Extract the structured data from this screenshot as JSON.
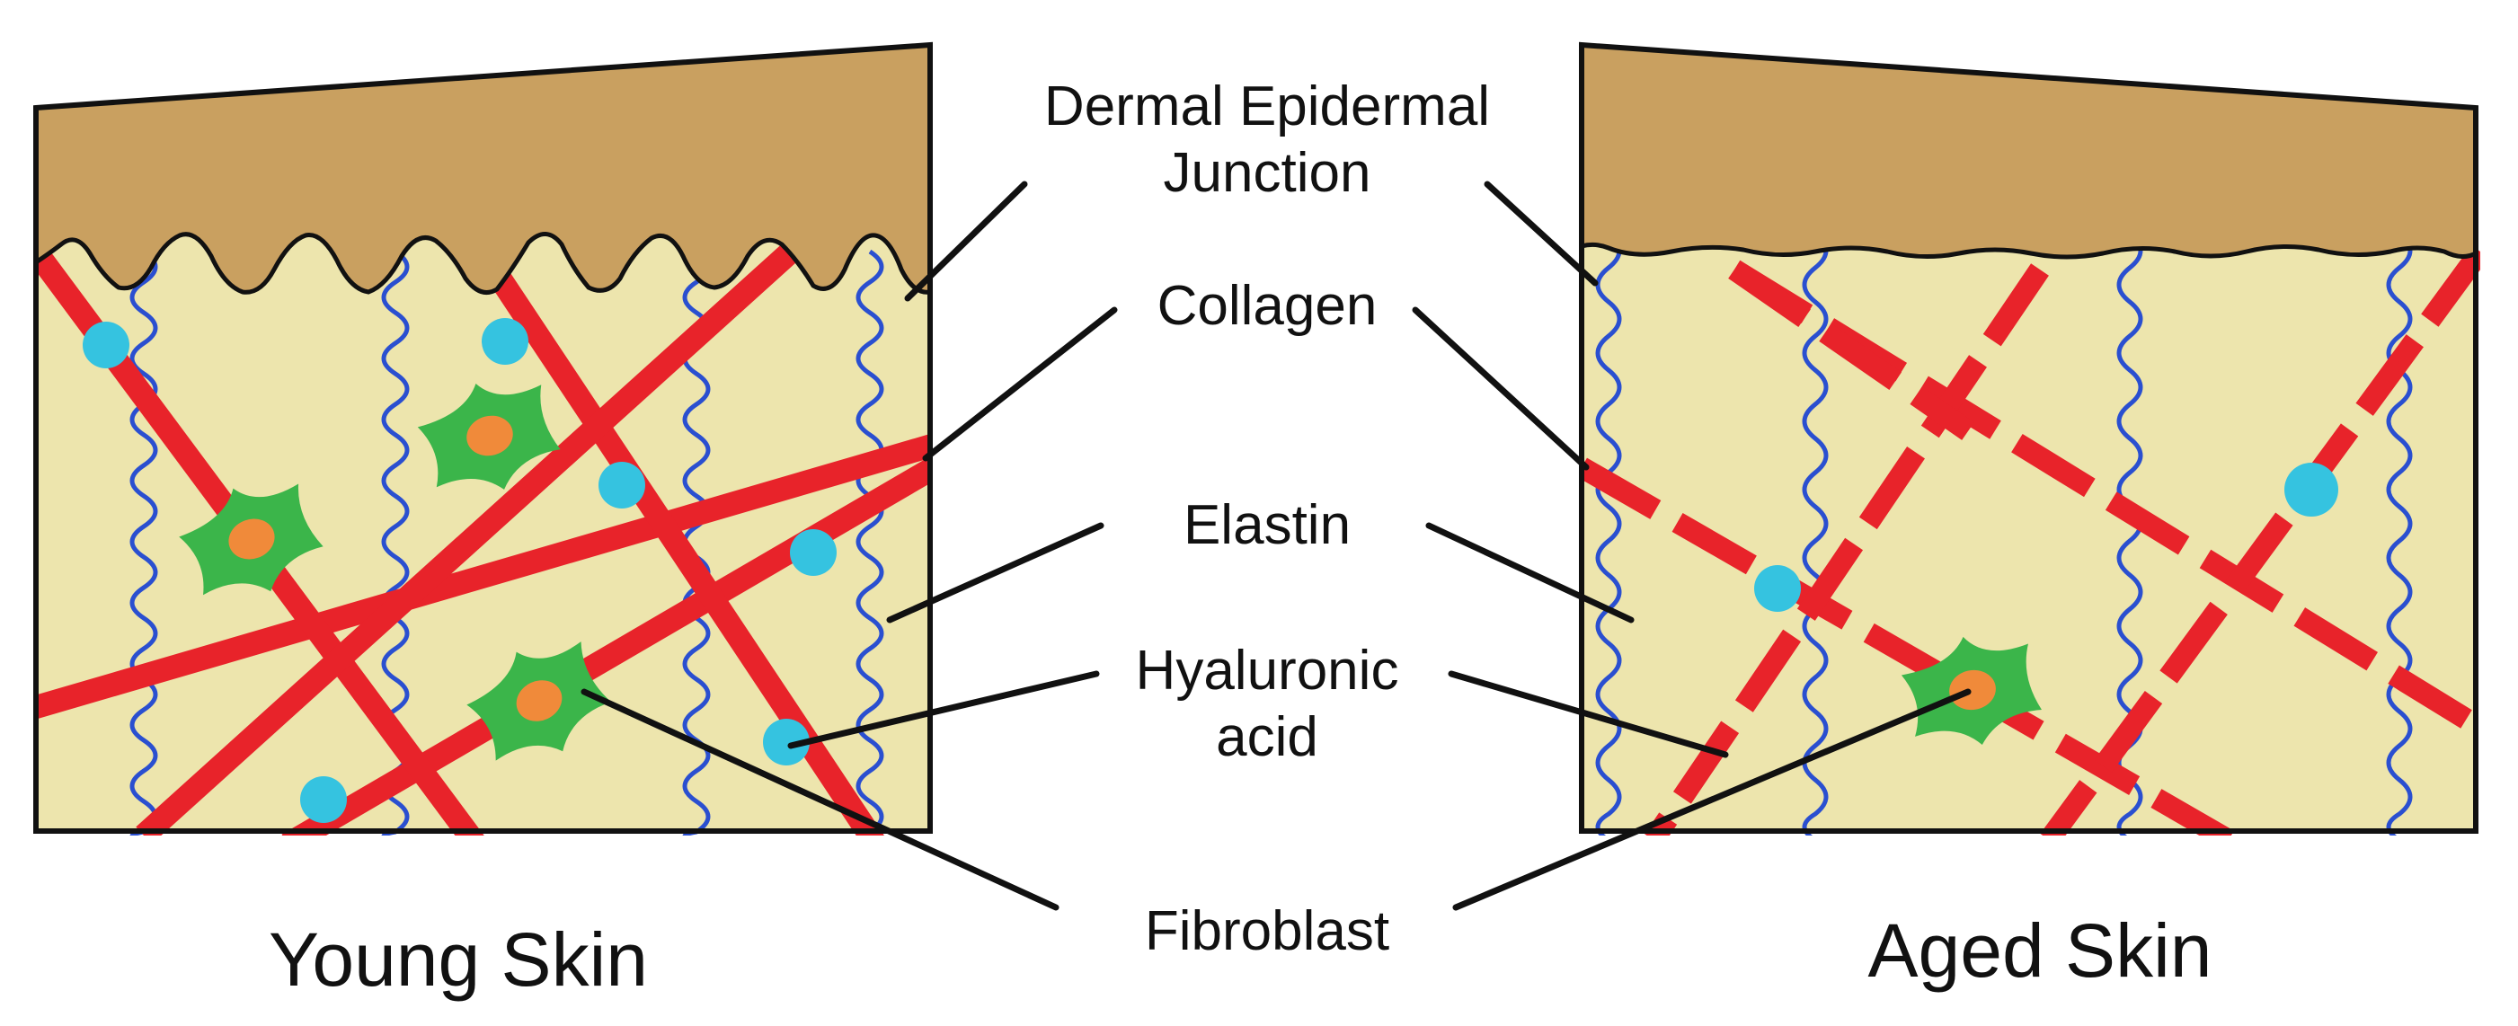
{
  "labels": {
    "dej_line1": "Dermal Epidermal",
    "dej_line2": "Junction",
    "collagen": "Collagen",
    "elastin": "Elastin",
    "ha_line1": "Hyaluronic",
    "ha_line2": "acid",
    "fibroblast": "Fibroblast"
  },
  "captions": {
    "young": "Young Skin",
    "aged": "Aged Skin"
  },
  "colors": {
    "epidermis": "#c9a060",
    "dermis": "#ede5ad",
    "collagen": "#e8232a",
    "elastin": "#2a4fd0",
    "hyaluronic_acid": "#35c3e0",
    "fibroblast_body": "#3bb54a",
    "fibroblast_nucleus": "#f08a3a",
    "outline": "#111111"
  }
}
